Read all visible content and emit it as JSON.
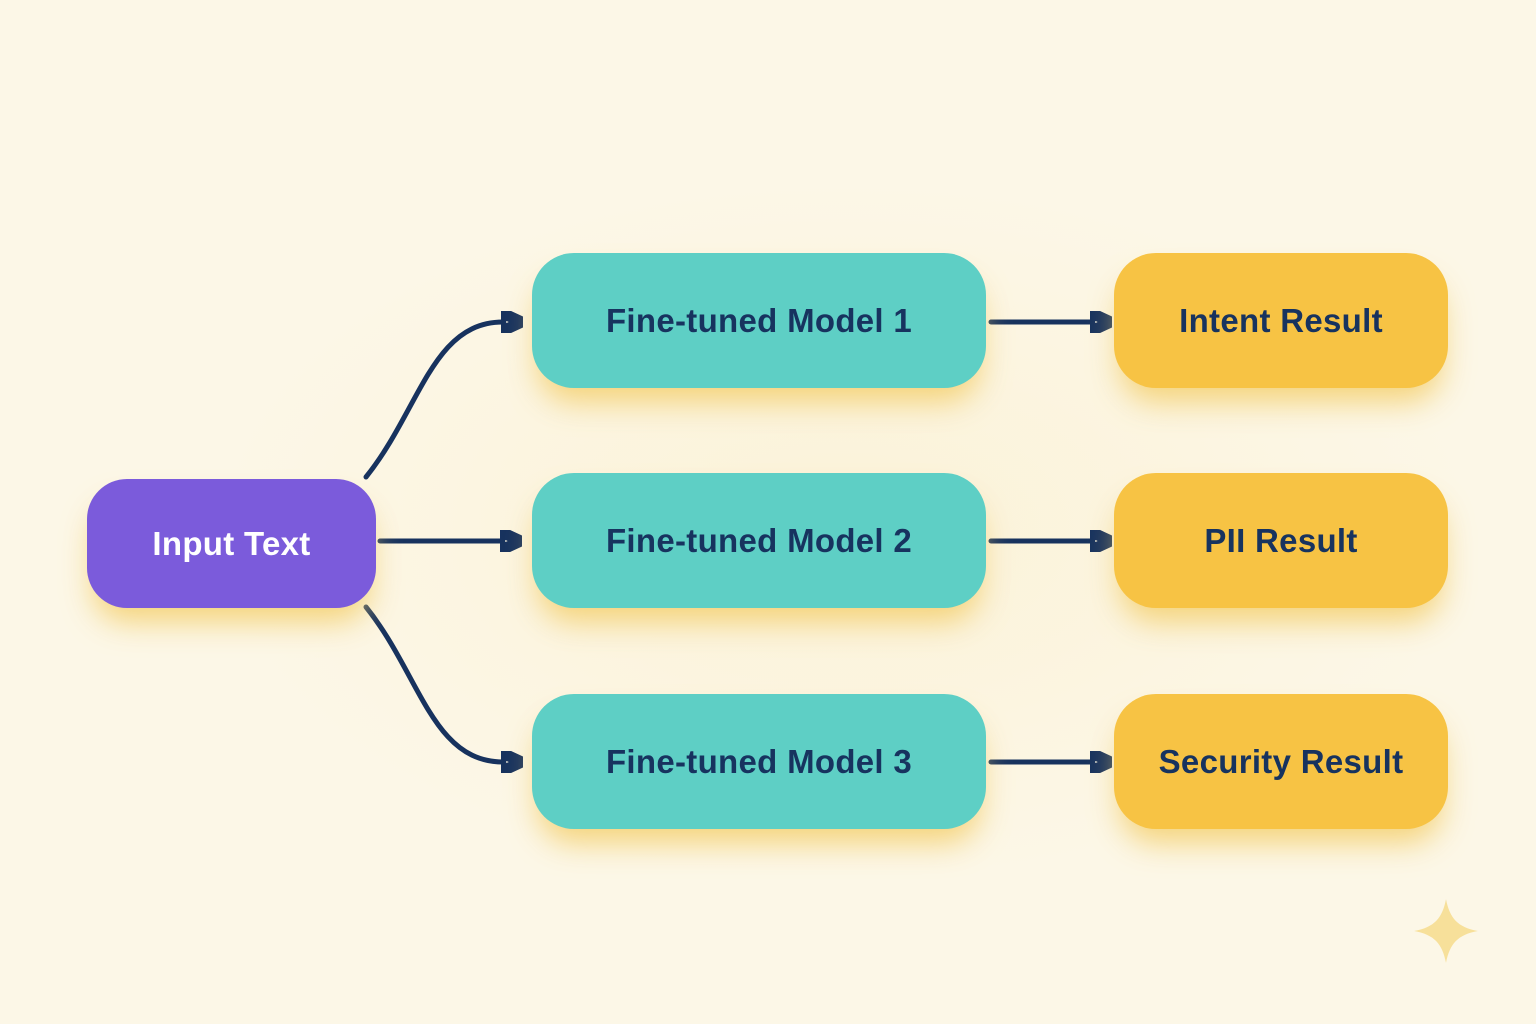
{
  "nodes": {
    "input": {
      "label": "Input Text"
    },
    "model1": {
      "label": "Fine-tuned Model 1"
    },
    "model2": {
      "label": "Fine-tuned Model 2"
    },
    "model3": {
      "label": "Fine-tuned Model 3"
    },
    "result1": {
      "label": "Intent Result"
    },
    "result2": {
      "label": "PII Result"
    },
    "result3": {
      "label": "Security Result"
    }
  },
  "edges": [
    {
      "from": "input",
      "to": "model1"
    },
    {
      "from": "input",
      "to": "model2"
    },
    {
      "from": "input",
      "to": "model3"
    },
    {
      "from": "model1",
      "to": "result1"
    },
    {
      "from": "model2",
      "to": "result2"
    },
    {
      "from": "model3",
      "to": "result3"
    }
  ],
  "colors": {
    "background": "#FCF7E7",
    "input_node": "#7B5BDB",
    "model_node": "#5ECFC5",
    "result_node": "#F7C344",
    "arrow": "#17325E",
    "input_text": "#FFFFFF",
    "node_text": "#17335F",
    "glow_shadow": "#F3CE69",
    "sparkle": "#F7E09A"
  },
  "icons": {
    "sparkle": {
      "name": "sparkle-icon",
      "glyph": "✦"
    }
  }
}
